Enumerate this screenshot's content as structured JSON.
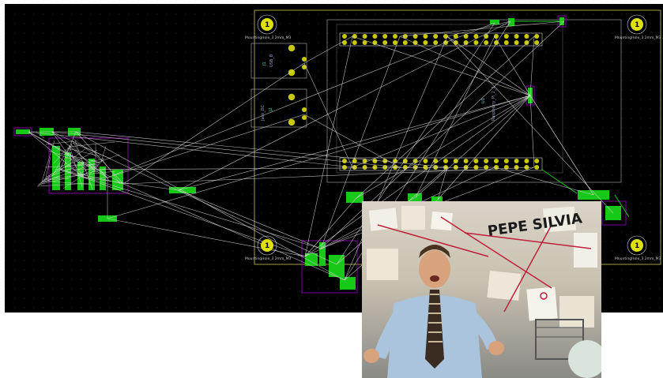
{
  "pcb": {
    "mounting_hole_label": "MountingHole_3.2mm_M3",
    "mounting_hole_number": "1",
    "connectors": [
      {
        "ref": "J1",
        "value": "USB_B"
      },
      {
        "ref": "J2",
        "value": "Jack_DC"
      },
      {
        "ref": "U1",
        "value": "Raspberry_Pi_2_3"
      }
    ],
    "colors": {
      "board_bg": "#000000",
      "ratsnest": "#d8d8d8",
      "edge_cuts": "#c8c850",
      "pad": "#c8c800",
      "footprint": "#18c818",
      "courtyard": "#a000c8",
      "silk": "#9aa0c8"
    }
  },
  "meme_overlay": {
    "wall_text": "PEPE SILVIA",
    "description_icon": "conspiracy-board-image"
  }
}
